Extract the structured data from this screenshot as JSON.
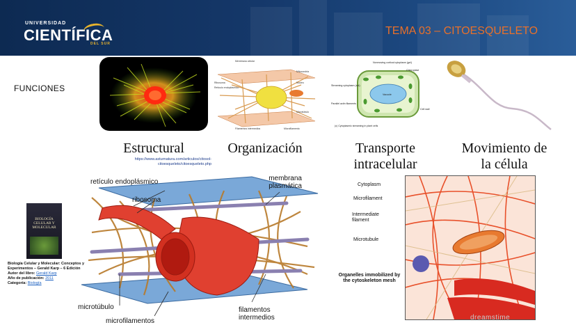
{
  "header": {
    "logo_top": "UNIVERSIDAD",
    "logo_main": "CIENTÍFICA",
    "logo_sub": "DEL SUR",
    "title": "TEMA 03 – CITOESQUELETO",
    "accent_color": "#e8702a",
    "brand_color": "#15386a"
  },
  "section_label": "FUNCIONES",
  "functions": [
    {
      "caption": "Estructural"
    },
    {
      "caption": "Organización"
    },
    {
      "caption": "Transporte intracelular"
    },
    {
      "caption": "Movimiento de la célula"
    }
  ],
  "source_link": "https://www.asturnatura.com/articulos/citosol-citoesqueleto/citoesqueleto.php",
  "small_figure_labels": {
    "organizacion": [
      "Membrana celular",
      "Ribosoma",
      "Retículo endoplásmico",
      "Mitocondria",
      "Filamentos intermedios",
      "Microtúbulo",
      "Microfilamento",
      "Núcleo"
    ],
    "transporte": [
      "Nonmoving cortical cytoplasm (gel)",
      "Chloroplast",
      "Streaming cytoplasm (sol)",
      "Vacuole",
      "Parallel actin filaments",
      "Cell wall",
      "(c) Cytoplasmic streaming in plant cells"
    ]
  },
  "diagram_left_labels": {
    "reticulo": "retículo endoplásmico",
    "ribosoma": "ribosoma",
    "membrana": "membrana plasmática",
    "microtubulo": "microtúbulo",
    "microfilamentos": "microfilamentos",
    "filamentos": "filamentos intermedios"
  },
  "diagram_right_labels": {
    "cytoplasm": "Cytoplasm",
    "microfilament": "Microfilament",
    "intermediate": "Intermediate filament",
    "microtubule": "Microtubule",
    "organelles": "Organelles immobilized by the cytoskeleton mesh"
  },
  "book": {
    "title": "BIOLOGÍA CELULAR Y MOLECULAR",
    "info_title": "Biología Celular y Molecular: Conceptos y Experimentos – Gerald Karp – 6 Edición",
    "author_label": "Autor del libro:",
    "author": "Gerald Karp",
    "year_label": "Año de publicación:",
    "year": "2011",
    "category_label": "Categoría:",
    "category": "Biología"
  },
  "watermark": "dreamstime"
}
